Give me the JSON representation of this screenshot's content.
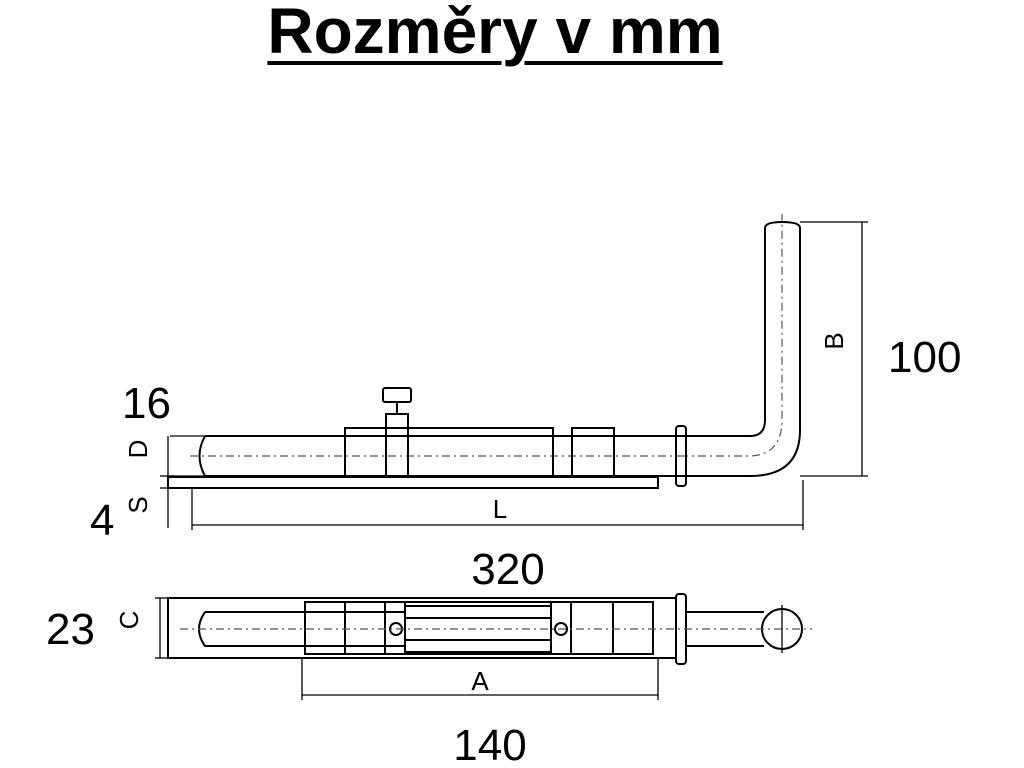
{
  "title": "Rozměry v mm",
  "dimensions": {
    "L": {
      "letter": "L",
      "value": "320"
    },
    "A": {
      "letter": "A",
      "value": "140"
    },
    "B": {
      "letter": "B",
      "value": "100"
    },
    "C": {
      "letter": "C",
      "value": "23"
    },
    "D": {
      "letter": "D",
      "value": "16"
    },
    "S": {
      "letter": "S",
      "value": "4"
    }
  }
}
